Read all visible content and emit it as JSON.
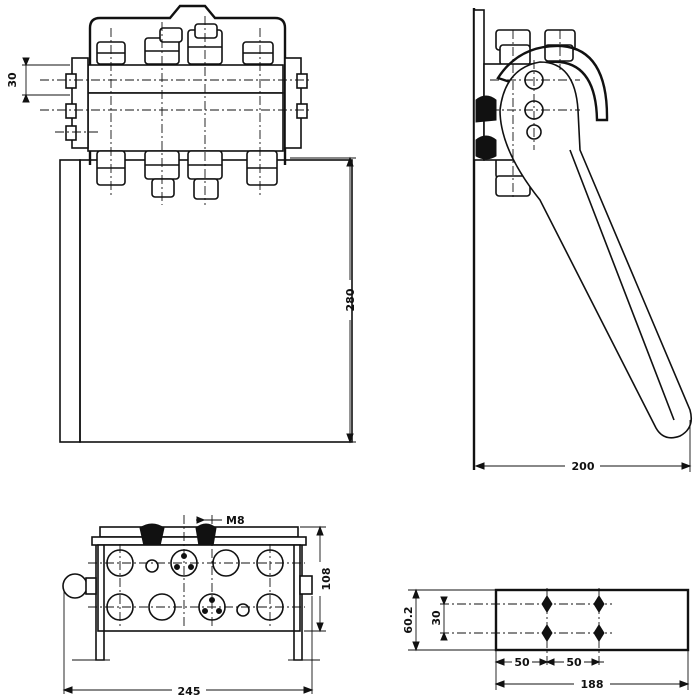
{
  "dimensions": {
    "front_small_pitch": "30",
    "front_height": "280",
    "side_length": "200",
    "bottom_thread": "M8",
    "bottom_depth": "108",
    "bottom_width": "245",
    "plate_height": "60.2",
    "plate_hole_pitch": "30",
    "plate_pitch_1": "50",
    "plate_pitch_2": "50",
    "plate_length": "188"
  }
}
